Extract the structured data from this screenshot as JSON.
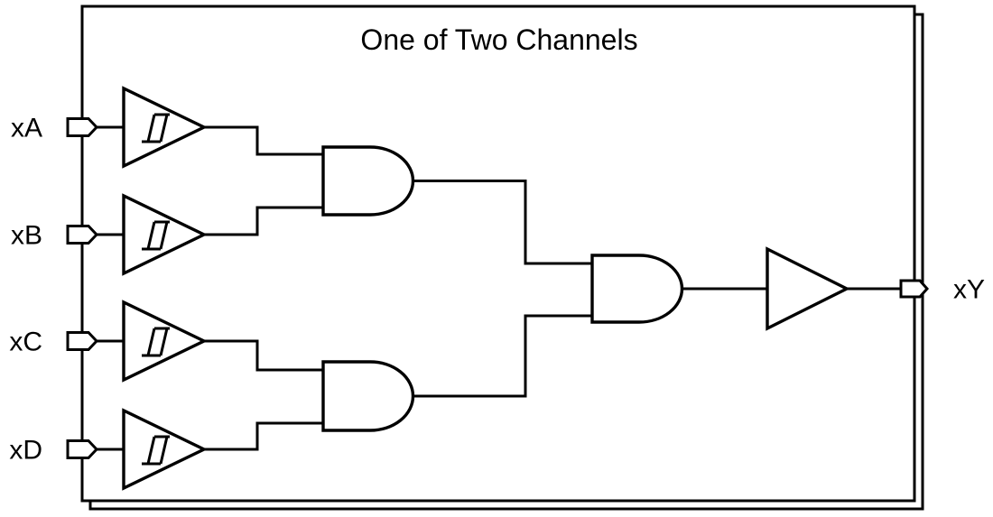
{
  "diagram": {
    "title": "One of Two Channels",
    "inputs": [
      {
        "label": "xA"
      },
      {
        "label": "xB"
      },
      {
        "label": "xC"
      },
      {
        "label": "xD"
      }
    ],
    "output": {
      "label": "xY"
    },
    "components": [
      {
        "type": "schmitt-trigger-buffer",
        "input": "xA"
      },
      {
        "type": "schmitt-trigger-buffer",
        "input": "xB"
      },
      {
        "type": "schmitt-trigger-buffer",
        "input": "xC"
      },
      {
        "type": "schmitt-trigger-buffer",
        "input": "xD"
      },
      {
        "type": "and-gate",
        "inputs": [
          "xA",
          "xB"
        ]
      },
      {
        "type": "and-gate",
        "inputs": [
          "xC",
          "xD"
        ]
      },
      {
        "type": "and-gate",
        "inputs": [
          "AB",
          "CD"
        ]
      },
      {
        "type": "output-buffer",
        "output": "xY"
      }
    ],
    "colors": {
      "stroke": "#000000",
      "background": "#ffffff"
    }
  }
}
